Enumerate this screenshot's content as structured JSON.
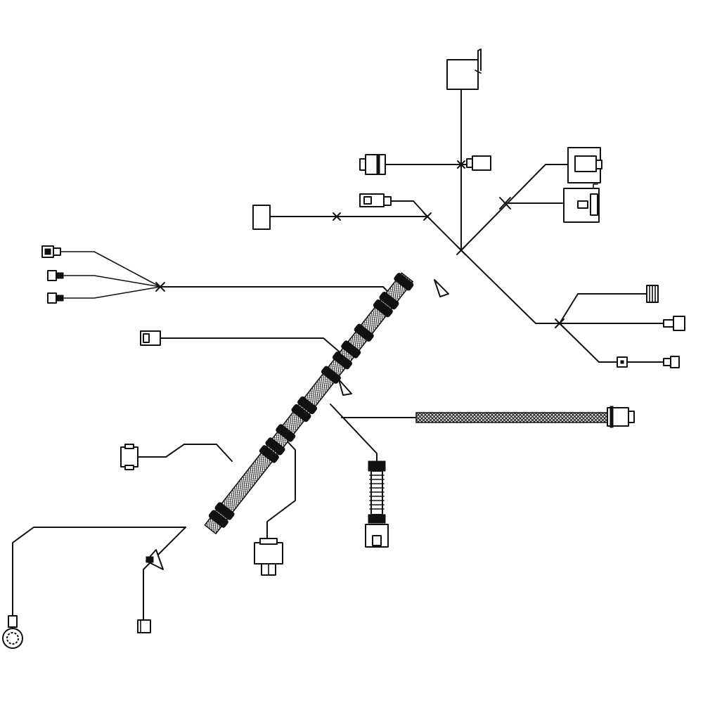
{
  "diagram": {
    "kind": "wire-harness",
    "colors": {
      "line": "#111111",
      "background": "#ffffff"
    },
    "connectors": [
      "top-module-connector",
      "upper-left-connector-pair",
      "left-square-connector",
      "left-small-connector",
      "top-right-large-connector-upper",
      "top-right-large-connector-lower",
      "left-branch-terminal-1",
      "left-branch-terminal-2",
      "left-branch-terminal-3",
      "mid-left-connector",
      "right-branch-connector-1",
      "right-branch-connector-2",
      "right-branch-connector-3",
      "braided-lead-connector",
      "corrugated-lead-connector",
      "bottom-center-connector",
      "lower-left-connector",
      "ring-terminal",
      "bottom-left-small-connector"
    ]
  }
}
